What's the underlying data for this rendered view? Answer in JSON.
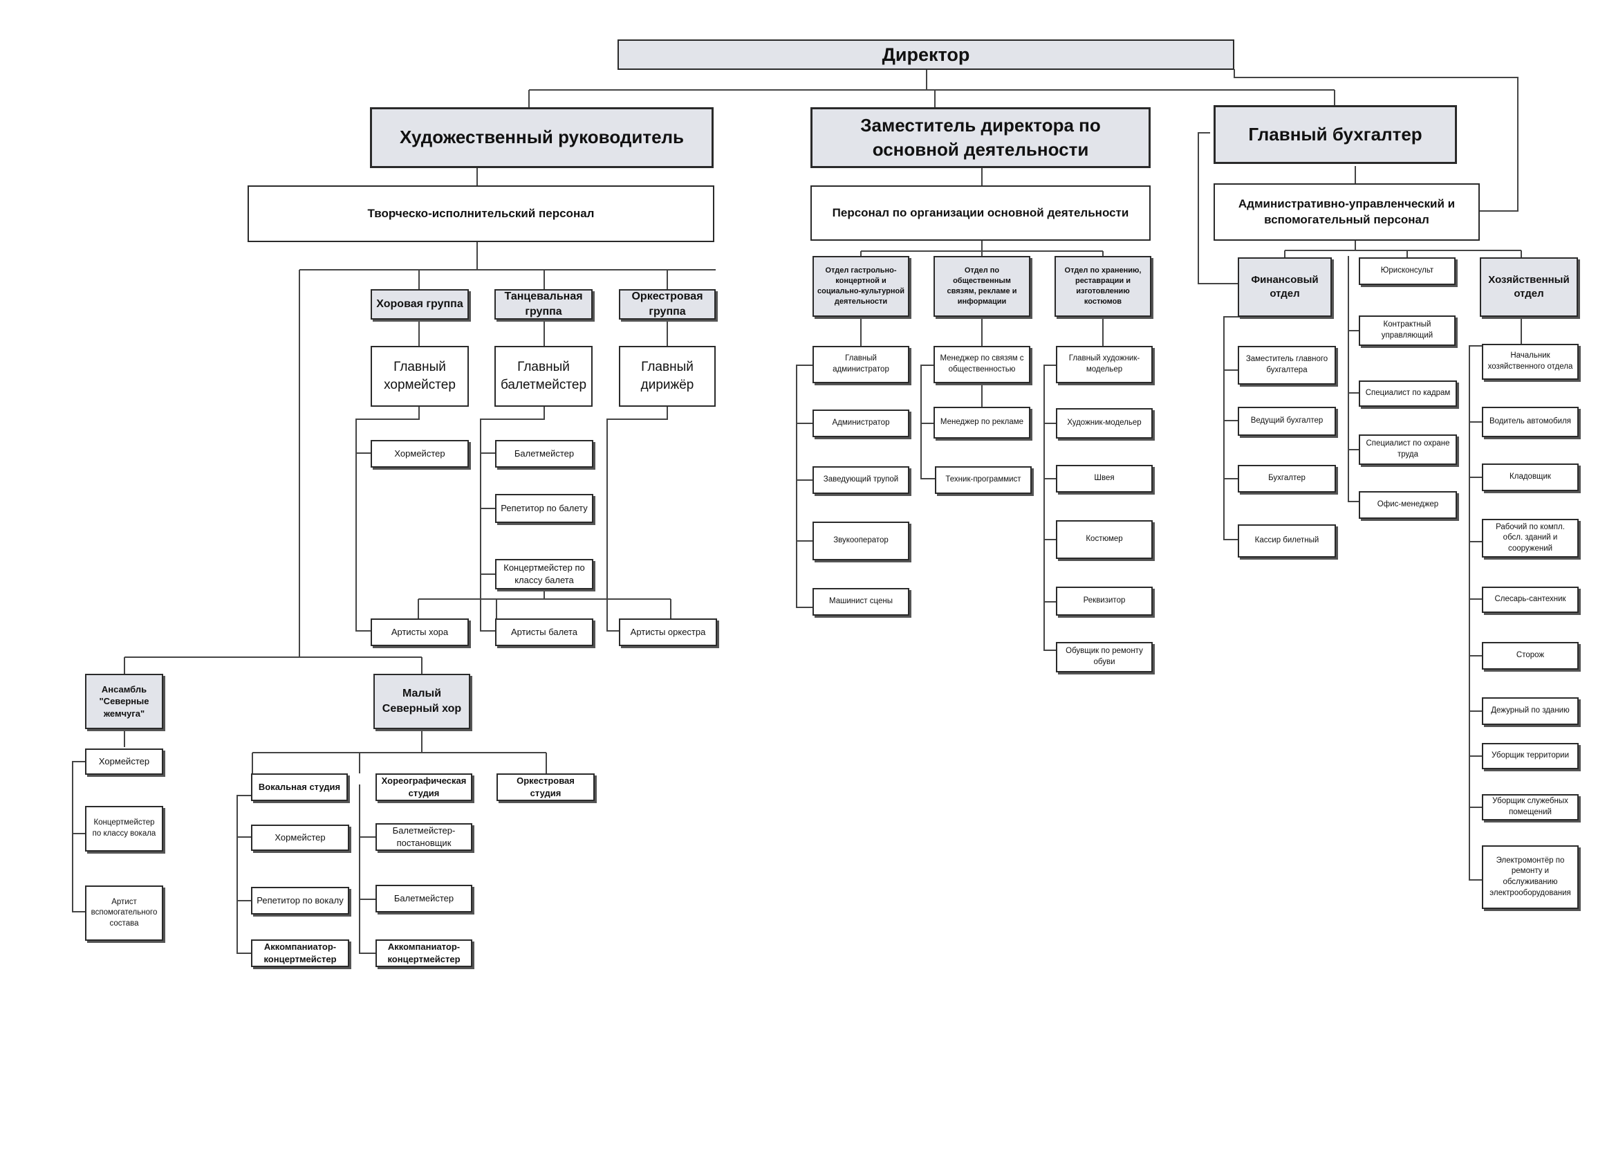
{
  "director": "Директор",
  "top": {
    "art_director": "Художественный руководитель",
    "deputy": "Заместитель директора по основной деятельности",
    "chief_accountant": "Главный бухгалтер"
  },
  "staff": {
    "creative": "Творческо-исполнительский персонал",
    "main_activity": "Персонал по организации основной деятельности",
    "admin": "Административно-управленческий и вспомогательный персонал"
  },
  "groups": {
    "choir": "Хоровая группа",
    "dance": "Танцевальная группа",
    "orchestra": "Оркестровая группа"
  },
  "leads": {
    "chief_choirmaster": "Главный хормейстер",
    "chief_balletmaster": "Главный балетмейстер",
    "chief_conductor": "Главный дирижёр"
  },
  "choir_items": [
    "Хормейстер"
  ],
  "dance_items": [
    "Балетмейстер",
    "Репетитор по балету",
    "Концертмейстер по классу балета"
  ],
  "artists": {
    "choir": "Артисты хора",
    "ballet": "Артисты балета",
    "orchestra": "Артисты оркестра"
  },
  "ensemble": {
    "name": "Ансамбль \"Северные жемчуга\"",
    "items": [
      "Хормейстер",
      "Концертмейстер по классу вокала",
      "Артист вспомогательного состава"
    ]
  },
  "small_choir": {
    "name": "Малый Северный хор",
    "vocal_studio": "Вокальная студия",
    "vocal_items": [
      "Хормейстер",
      "Репетитор по вокалу",
      "Аккомпаниатор-концертмейстер"
    ],
    "choreo_studio": "Хореографическая студия",
    "choreo_items": [
      "Балетмейстер-постановщик",
      "Балетмейстер",
      "Аккомпаниатор-концертмейстер"
    ],
    "orchestra_studio": "Оркестровая студия"
  },
  "deps": {
    "touring": "Отдел гастрольно-концертной и социально-культурной деятельности",
    "pr": "Отдел по общественным связям, рекламе и информации",
    "costumes": "Отдел по хранению, реставрации и изготовлению костюмов"
  },
  "touring_items": [
    "Главный администратор",
    "Администратор",
    "Заведующий трупой",
    "Звукооператор",
    "Машинист сцены"
  ],
  "pr_items": [
    "Менеджер по связям с общественностью",
    "Менеджер по рекламе",
    "Техник-программист"
  ],
  "costume_items": [
    "Главный художник-модельер",
    "Художник-модельер",
    "Швея",
    "Костюмер",
    "Реквизитор",
    "Обувщик по ремонту обуви"
  ],
  "finance": {
    "name": "Финансовый отдел",
    "items": [
      "Заместитель главного бухгалтера",
      "Ведущий бухгалтер",
      "Бухгалтер",
      "Кассир билетный"
    ]
  },
  "admin_items": [
    "Юрисконсульт",
    "Контрактный управляющий",
    "Специалист по кадрам",
    "Специалист по охране труда",
    "Офис-менеджер"
  ],
  "household": {
    "name": "Хозяйственный отдел",
    "items": [
      "Начальник хозяйственного отдела",
      "Водитель автомобиля",
      "Кладовщик",
      "Рабочий по компл. обсл. зданий и сооружений",
      "Слесарь-сантехник",
      "Сторож",
      "Дежурный по зданию",
      "Уборщик территории",
      "Уборщик служебных помещений",
      "Электромонтёр по ремонту и обслуживанию электрооборудования"
    ]
  }
}
